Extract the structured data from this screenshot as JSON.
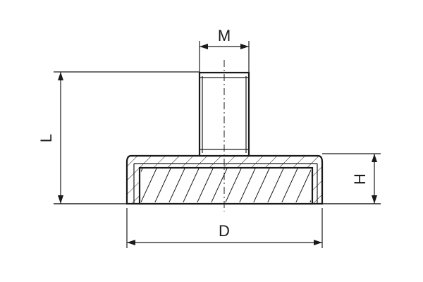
{
  "diagram": {
    "labels": {
      "thread": "M",
      "total_height": "L",
      "diameter": "D",
      "base_height": "H"
    },
    "colors": {
      "line": "#1a1a1a",
      "background": "#ffffff"
    }
  }
}
